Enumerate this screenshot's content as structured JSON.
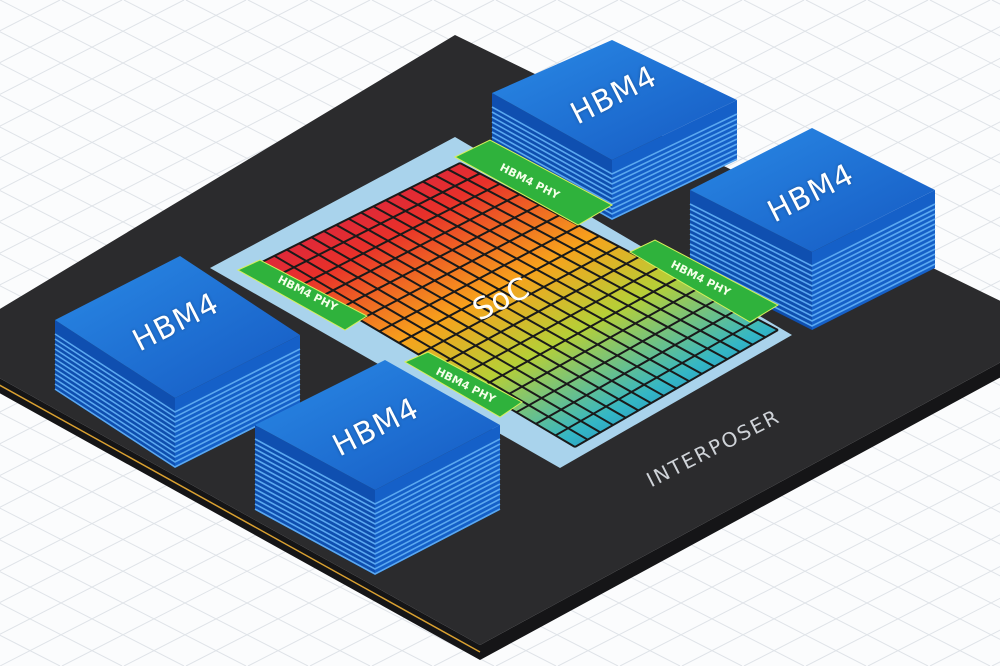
{
  "interposer": {
    "label": "INTERPOSER"
  },
  "soc": {
    "label": "SoC"
  },
  "phy_label": "HBM4 PHY",
  "phys": [
    "HBM4 PHY",
    "HBM4 PHY",
    "HBM4 PHY",
    "HBM4 PHY"
  ],
  "hbm_stacks": [
    "HBM4",
    "HBM4",
    "HBM4",
    "HBM4"
  ],
  "colors": {
    "interposer": "#2b2b2d",
    "edge": "#d9a030",
    "hbm_top": "#1b74d6",
    "hbm_side": "#0f4fb0",
    "soc_base": "#a9d3ec",
    "phy": "#2fb23c"
  }
}
